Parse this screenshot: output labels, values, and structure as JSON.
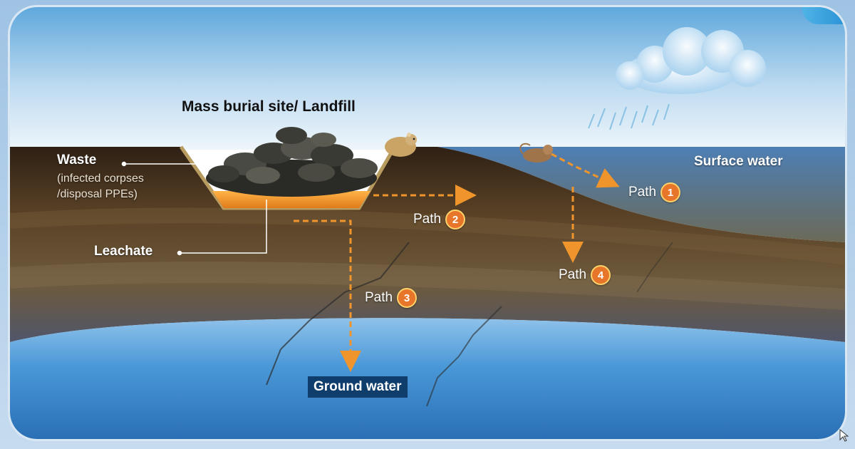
{
  "diagram": {
    "title": "Mass burial site/ Landfill",
    "labels": {
      "waste": "Waste",
      "waste_sub": "(infected corpses\n/disposal PPEs)",
      "leachate": "Leachate",
      "surface_water": "Surface water",
      "ground_water": "Ground water"
    },
    "paths": [
      {
        "text": "Path",
        "number": "1"
      },
      {
        "text": "Path",
        "number": "2"
      },
      {
        "text": "Path",
        "number": "3"
      },
      {
        "text": "Path",
        "number": "4"
      }
    ],
    "colors": {
      "sky": "#cfe6f7",
      "soil_dark": "#3a2a1a",
      "soil_mid": "#6a5030",
      "surface_water": "#3f7fc0",
      "ground_water": "#3a86cf",
      "leachate": "#f0952c",
      "path_arrow": "#f0952c",
      "badge": "#e8762a"
    }
  }
}
